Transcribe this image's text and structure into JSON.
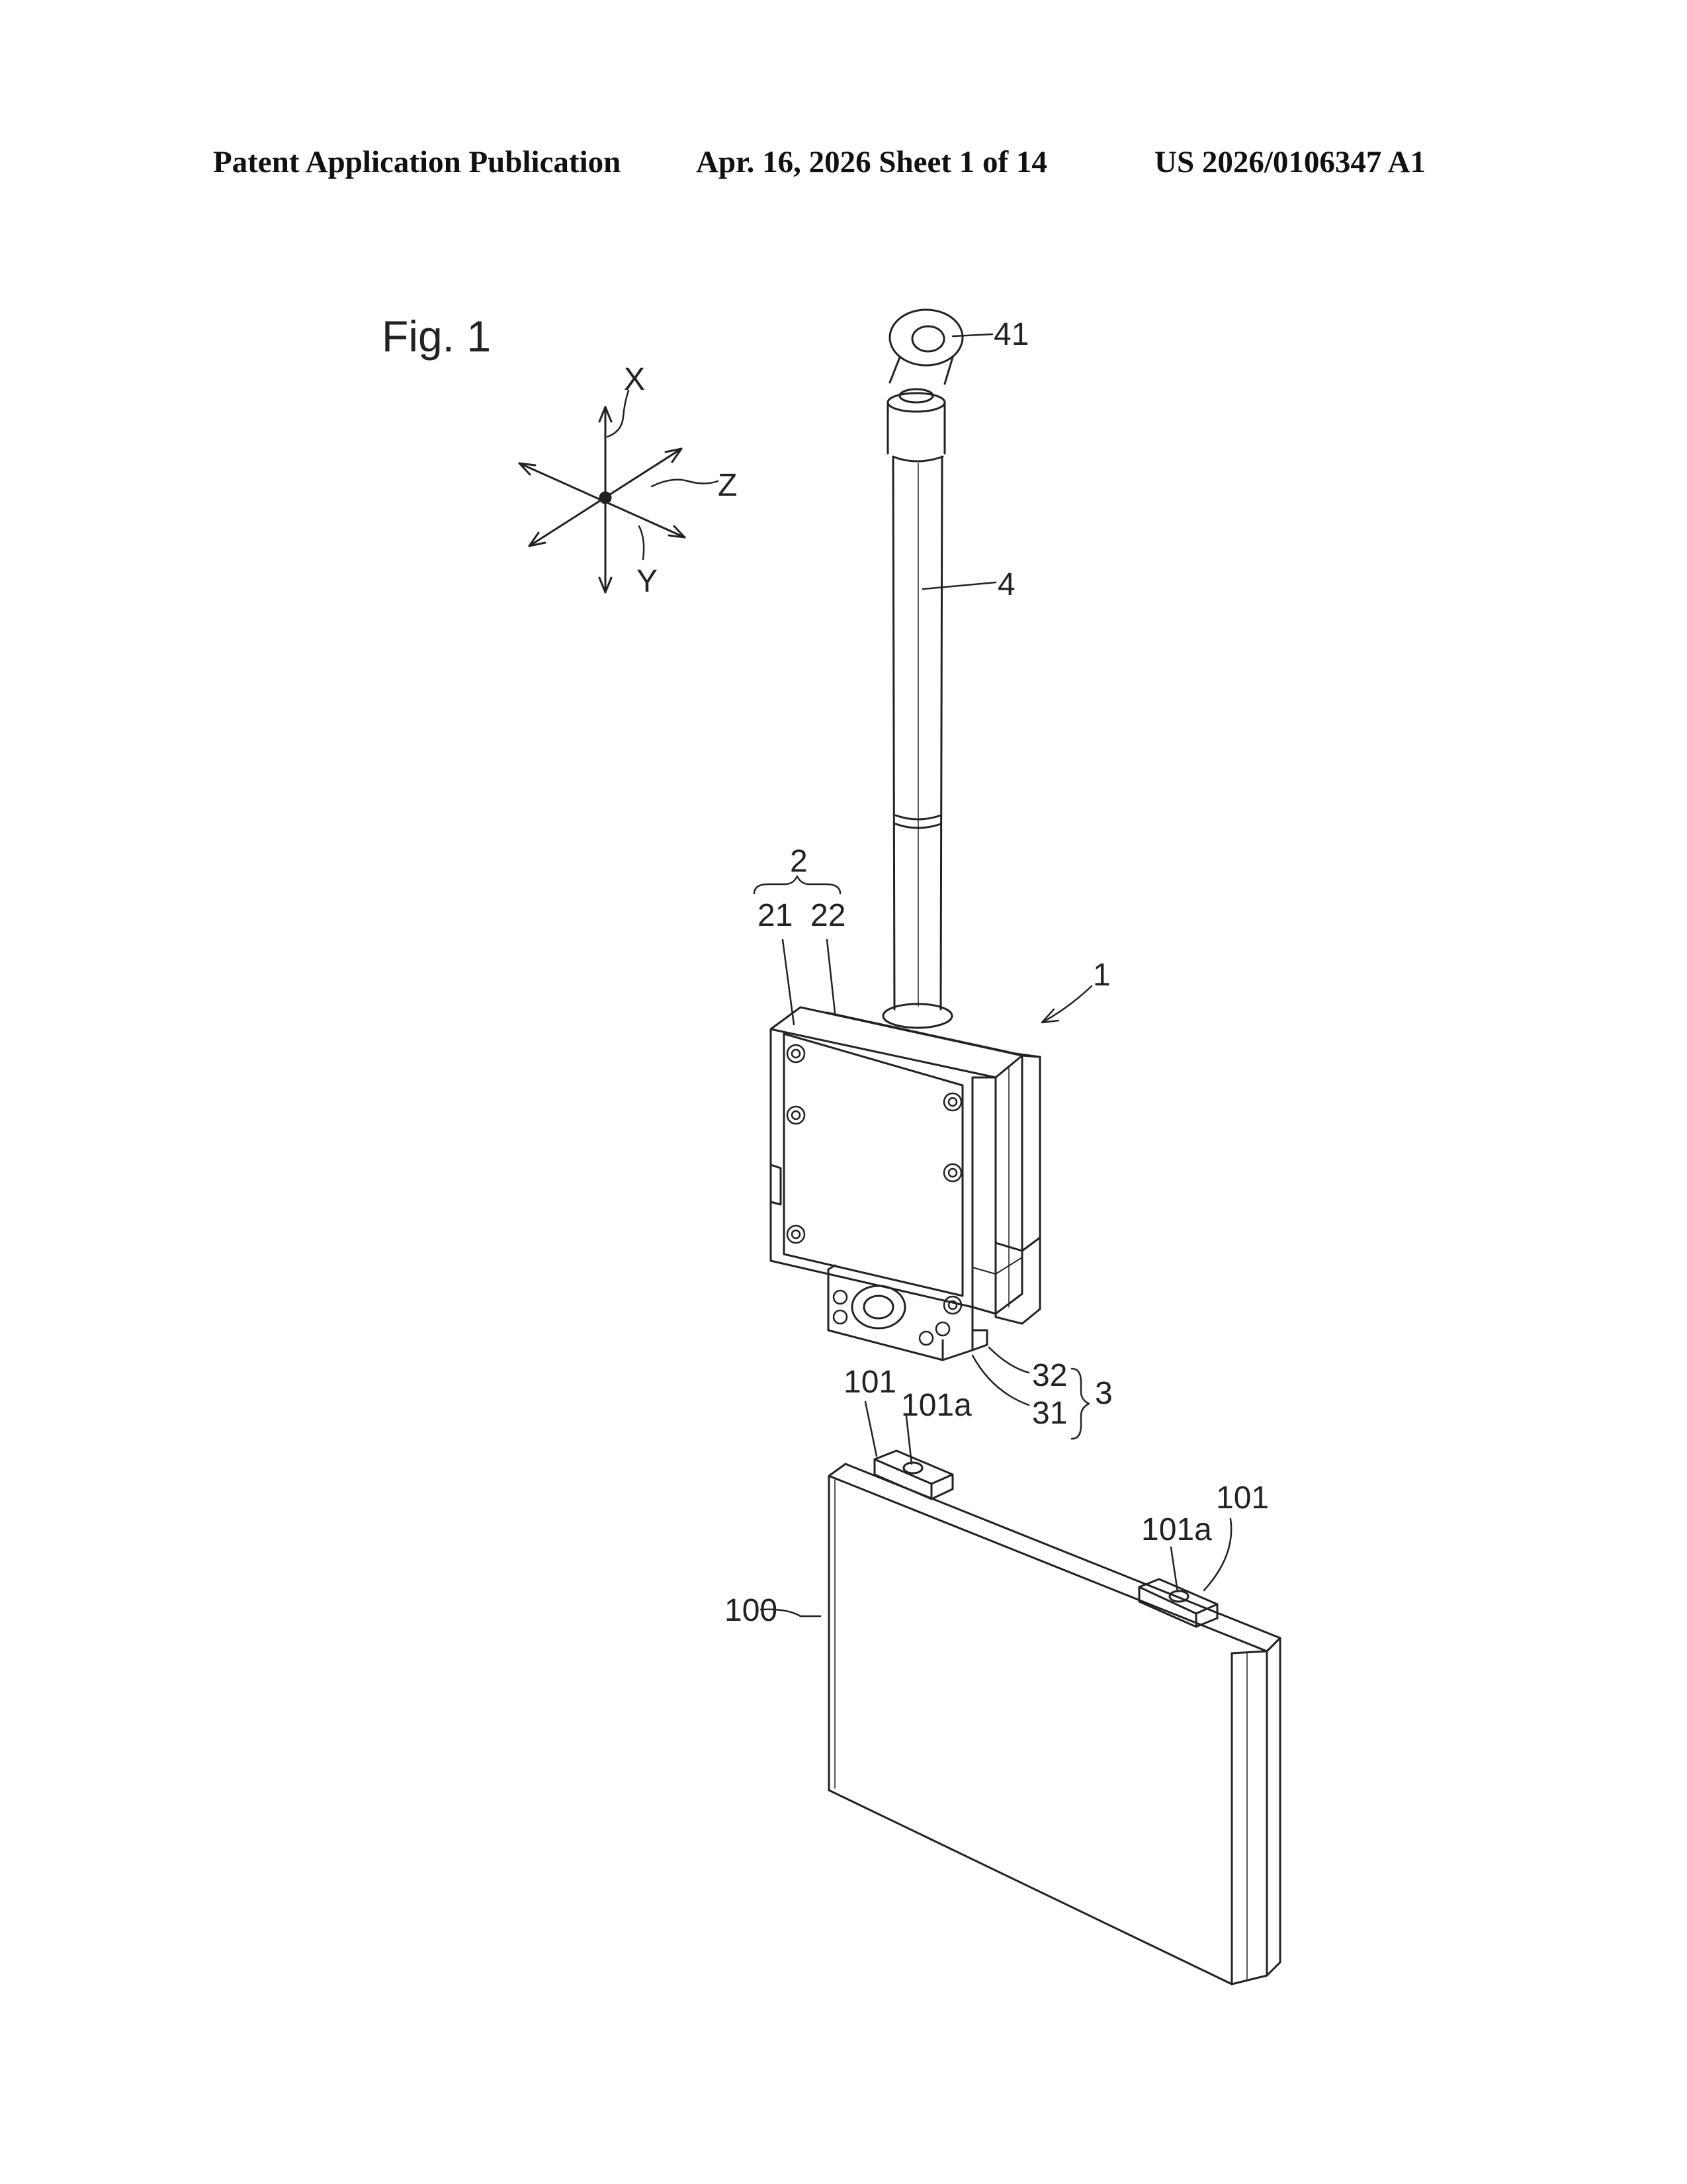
{
  "header": {
    "publication": "Patent Application Publication",
    "date_sheet": "Apr. 16, 2026  Sheet 1 of 14",
    "number": "US 2026/0106347 A1"
  },
  "figure": {
    "title": "Fig. 1",
    "axes": {
      "x": "X",
      "y": "Y",
      "z": "Z"
    },
    "labels": {
      "eyelet": "41",
      "rod": "4",
      "device": "1",
      "group_2": "2",
      "part_21": "21",
      "part_22": "22",
      "group_3": "3",
      "part_31": "31",
      "part_32": "32",
      "battery": "100",
      "terminal_left": "101",
      "terminal_left_hole": "101a",
      "terminal_right": "101",
      "terminal_right_hole": "101a"
    }
  },
  "colors": {
    "ink": "#222222",
    "paper": "#ffffff"
  }
}
